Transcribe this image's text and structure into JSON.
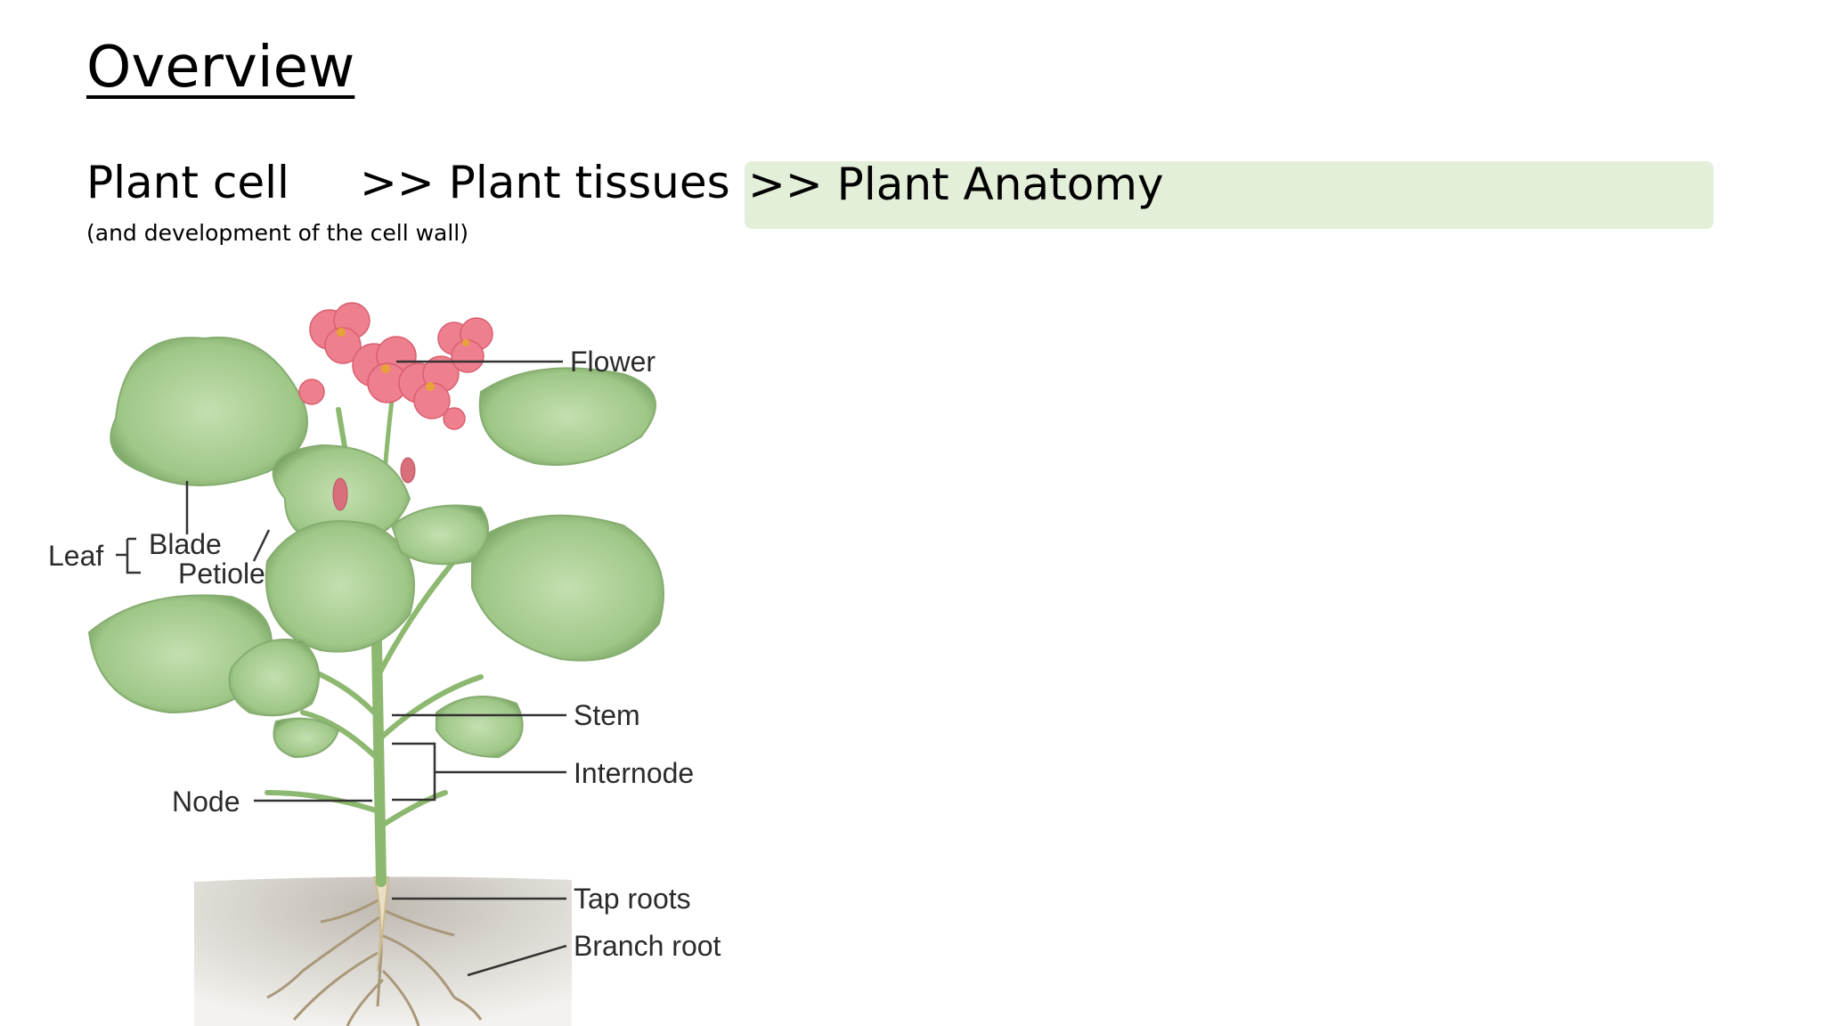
{
  "slide": {
    "title": "Overview",
    "topics": [
      {
        "label": "Plant cell",
        "note": "(and development of the cell wall)"
      },
      {
        "label": ">> Plant tissues"
      },
      {
        "label": ">> Plant Anatomy",
        "highlighted": true
      }
    ],
    "highlight_color": "#e3efd9"
  },
  "figure": {
    "labels": {
      "flower": "Flower",
      "leaf": "Leaf",
      "blade": "Blade",
      "petiole": "Petiole",
      "stem": "Stem",
      "internode": "Internode",
      "node": "Node",
      "tap_roots": "Tap roots",
      "branch_root": "Branch root"
    },
    "colors": {
      "petal": "#ee7f8e",
      "leaf": "#9fc788",
      "leaf_dark": "#6e9a5a",
      "stem": "#8cb86f",
      "soil": "#cfcac2",
      "root": "#e8dcc0"
    }
  }
}
